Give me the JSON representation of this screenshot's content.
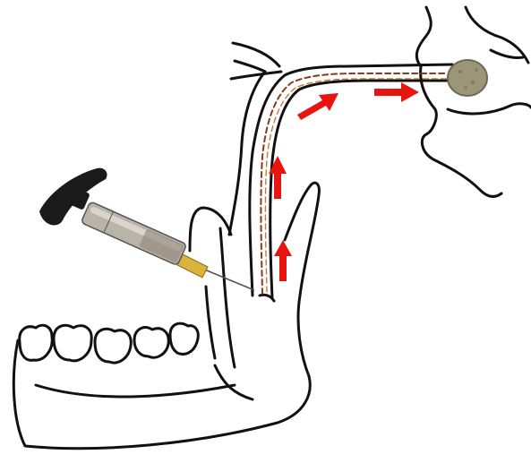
{
  "diagram": {
    "colors": {
      "outline": "#111111",
      "nerve_path": "#8b3a1a",
      "arrow": "#e8140f",
      "ganglion_fill": "#9c9678",
      "ganglion_edge": "#6e6a55",
      "syringe_handle": "#1a1a1a",
      "syringe_barrel": "#b9b3a8",
      "needle_tip": "#d9b33a"
    },
    "arrows": [
      {
        "id": "arrow-ramus-lower",
        "direction": "up"
      },
      {
        "id": "arrow-ramus-upper",
        "direction": "up"
      },
      {
        "id": "arrow-nerve-bend",
        "direction": "up-right"
      },
      {
        "id": "arrow-nerve-top",
        "direction": "right"
      }
    ]
  }
}
